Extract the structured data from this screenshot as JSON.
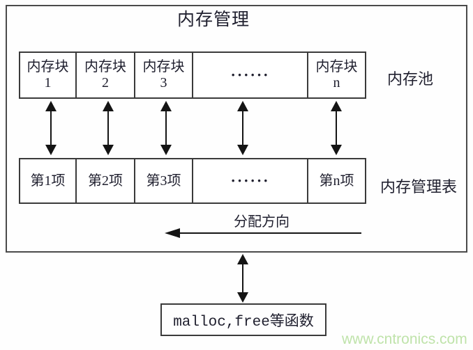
{
  "diagram": {
    "title": "内存管理"
  },
  "memory_pool": {
    "label": "内存池",
    "blocks": [
      {
        "name": "内存块",
        "index": "1"
      },
      {
        "name": "内存块",
        "index": "2"
      },
      {
        "name": "内存块",
        "index": "3"
      },
      {
        "name": "······",
        "index": ""
      },
      {
        "name": "内存块",
        "index": "n"
      }
    ]
  },
  "management_table": {
    "label": "内存管理表",
    "items": [
      "第1项",
      "第2项",
      "第3项",
      "······",
      "第n项"
    ]
  },
  "allocation": {
    "direction_label": "分配方向"
  },
  "functions_box": {
    "text": "malloc,free等函数"
  },
  "watermark": {
    "text": "www.cntronics.com",
    "color": "#bfe3aa"
  },
  "colors": {
    "border": "#3a3a3a",
    "arrow": "#141414",
    "text": "#1f1f2e"
  }
}
